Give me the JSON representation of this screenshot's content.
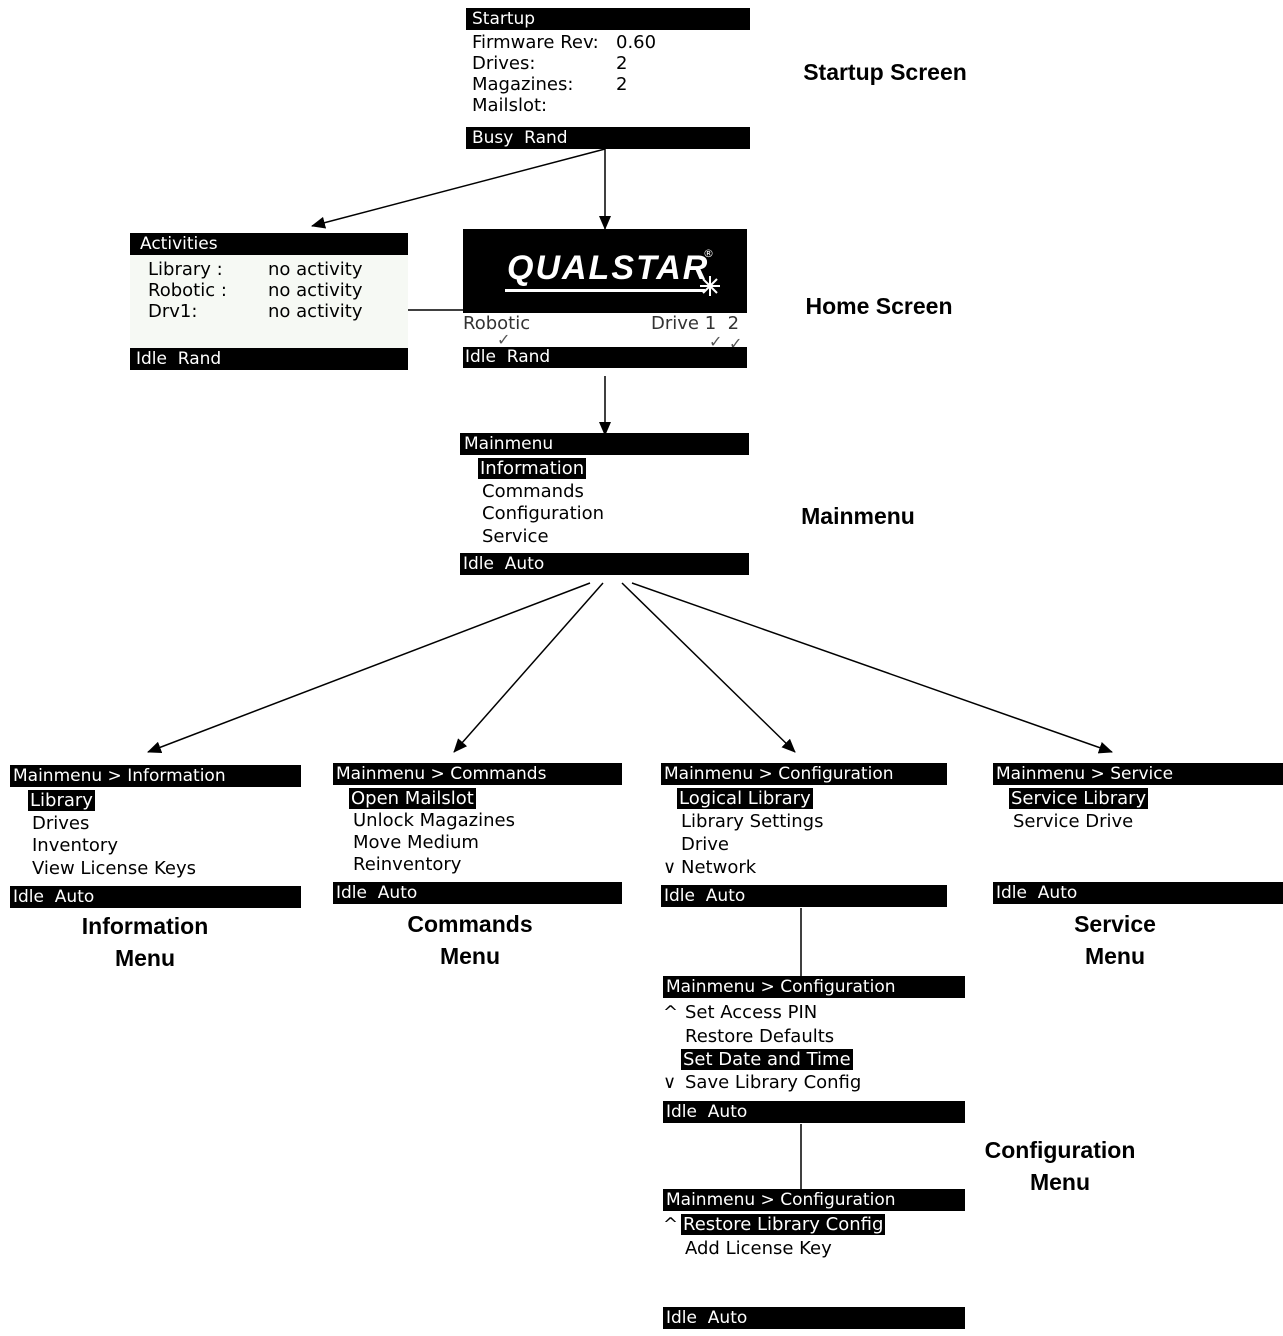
{
  "startup": {
    "title": "Startup",
    "rows": [
      {
        "label": "Firmware Rev:",
        "value": "0.60"
      },
      {
        "label": "Drives:",
        "value": "2"
      },
      {
        "label": "Magazines:",
        "value": "2"
      },
      {
        "label": "Mailslot:",
        "value": ""
      }
    ],
    "status": "Busy  Rand",
    "caption": "Startup Screen"
  },
  "activities": {
    "title": "Activities",
    "rows": [
      {
        "label": "Library :",
        "value": "no activity"
      },
      {
        "label": "Robotic :",
        "value": "no activity"
      },
      {
        "label": "Drv1:",
        "value": "no activity"
      }
    ],
    "status": "Idle  Rand"
  },
  "home": {
    "logo": "QUALSTAR",
    "logo_reg": "®",
    "robotic_label": "Robotic",
    "drive_label": "Drive 1  2",
    "check": "✓",
    "status": "Idle  Rand",
    "caption": "Home Screen"
  },
  "mainmenu": {
    "title": "Mainmenu",
    "items": [
      "Information",
      "Commands",
      "Configuration",
      "Service"
    ],
    "status": "Idle  Auto",
    "caption": "Mainmenu"
  },
  "info_menu": {
    "title": "Mainmenu > Information",
    "items": [
      "Library",
      "Drives",
      "Inventory",
      "View License Keys"
    ],
    "status": "Idle  Auto",
    "caption_line1": "Information",
    "caption_line2": "Menu"
  },
  "commands_menu": {
    "title": "Mainmenu > Commands",
    "items": [
      "Open Mailslot",
      "Unlock Magazines",
      "Move Medium",
      "Reinventory"
    ],
    "status": "Idle  Auto",
    "caption_line1": "Commands",
    "caption_line2": "Menu"
  },
  "config_menu_1": {
    "title": "Mainmenu > Configuration",
    "items": [
      "Logical Library",
      "Library Settings",
      "Drive",
      "Network"
    ],
    "scroll_down": "∨",
    "status": "Idle  Auto"
  },
  "config_menu_2": {
    "title": "Mainmenu > Configuration",
    "items": [
      "Set Access PIN",
      "Restore Defaults",
      "Set Date and Time",
      "Save Library Config"
    ],
    "scroll_up": "^",
    "scroll_down": "∨",
    "status": "Idle  Auto",
    "caption_line1": "Configuration",
    "caption_line2": "Menu"
  },
  "config_menu_3": {
    "title": "Mainmenu > Configuration",
    "items": [
      "Restore Library Config",
      "Add License Key"
    ],
    "scroll_up": "^",
    "status": "Idle  Auto"
  },
  "service_menu": {
    "title": "Mainmenu > Service",
    "items": [
      "Service Library",
      "Service Drive"
    ],
    "status": "Idle  Auto",
    "caption_line1": "Service",
    "caption_line2": "Menu"
  }
}
